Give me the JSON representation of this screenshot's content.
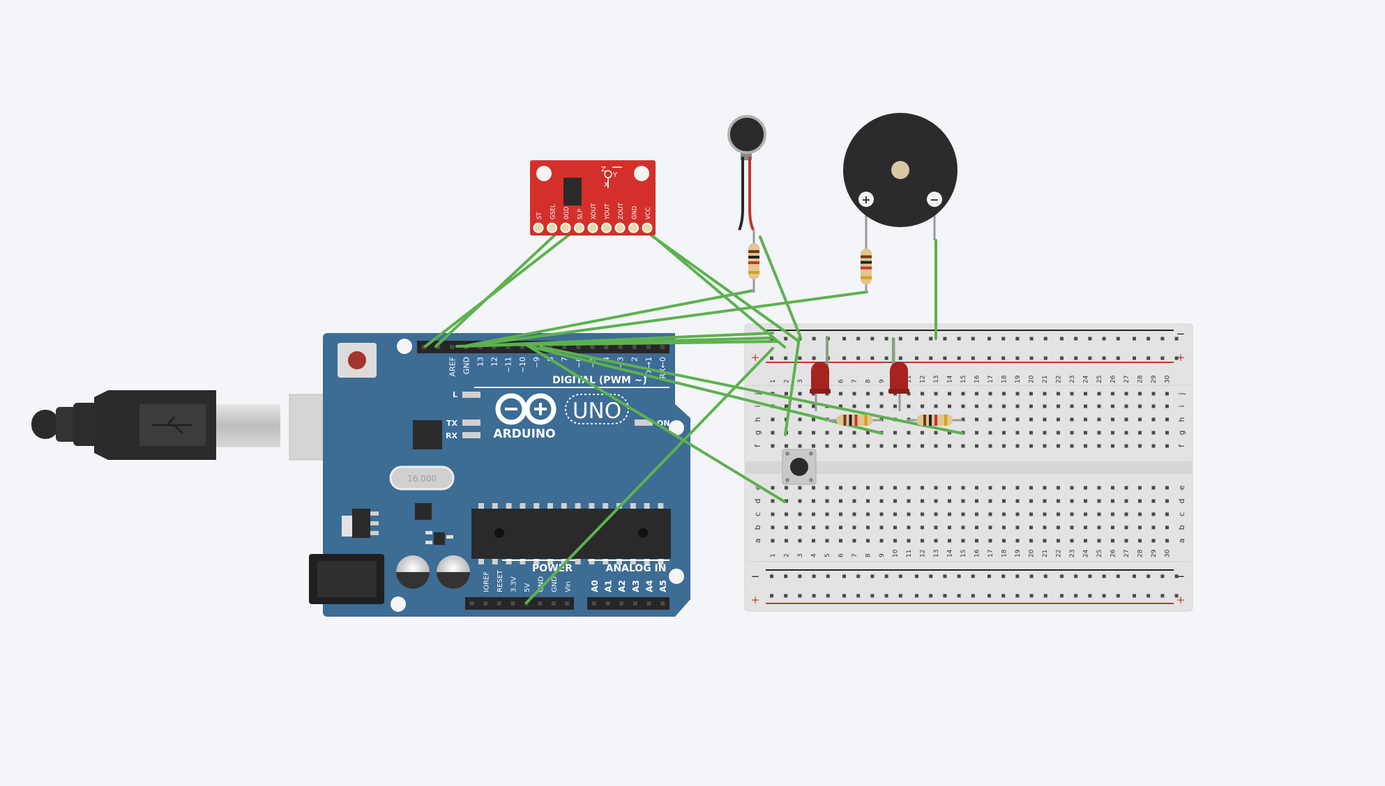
{
  "arduino": {
    "brand": "ARDUINO",
    "model": "UNO",
    "reset_label": "RESET",
    "digital_header": "DIGITAL (PWM ~)",
    "power_header": "POWER",
    "analog_header": "ANALOG IN",
    "label_l": "L",
    "label_tx": "TX",
    "label_rx": "RX",
    "label_on": "ON",
    "crystal_label": "16.000",
    "digital_pins": [
      "AREF",
      "GND",
      "13",
      "12",
      "~11",
      "~10",
      "~9",
      "8",
      "7",
      "~6",
      "~5",
      "4",
      "~3",
      "2",
      "TX→1",
      "RX←0"
    ],
    "power_pins": [
      "IOREF",
      "RESET",
      "3.3V",
      "5V",
      "GND",
      "GND",
      "Vin"
    ],
    "analog_pins": [
      "A0",
      "A1",
      "A2",
      "A3",
      "A4",
      "A5"
    ]
  },
  "accelerometer": {
    "pins": [
      "ST",
      "GSEL",
      "0GD",
      "SLP",
      "XOUT",
      "YOUT",
      "ZOUT",
      "GND",
      "VCC"
    ],
    "axes": [
      "Z",
      "Y",
      "X"
    ]
  },
  "breadboard": {
    "rail_minus": "−",
    "rail_plus": "+",
    "columns": [
      "1",
      "2",
      "3",
      "4",
      "5",
      "6",
      "7",
      "8",
      "9",
      "10",
      "11",
      "12",
      "13",
      "14",
      "15",
      "16",
      "17",
      "18",
      "19",
      "20",
      "21",
      "22",
      "23",
      "24",
      "25",
      "26",
      "27",
      "28",
      "29",
      "30"
    ],
    "rows_top": [
      "j",
      "i",
      "h",
      "g",
      "f"
    ],
    "rows_bottom": [
      "e",
      "d",
      "c",
      "b",
      "a"
    ]
  },
  "buzzer": {
    "plus": "+",
    "minus": "−"
  },
  "colors": {
    "background": "#f3f5f8",
    "arduino_board": "#3d6c95",
    "accelerometer_board": "#d3302b",
    "wire": "#5db14f",
    "breadboard": "#e3e3e3",
    "rail_red": "#c0392b",
    "led": "#a52420"
  }
}
